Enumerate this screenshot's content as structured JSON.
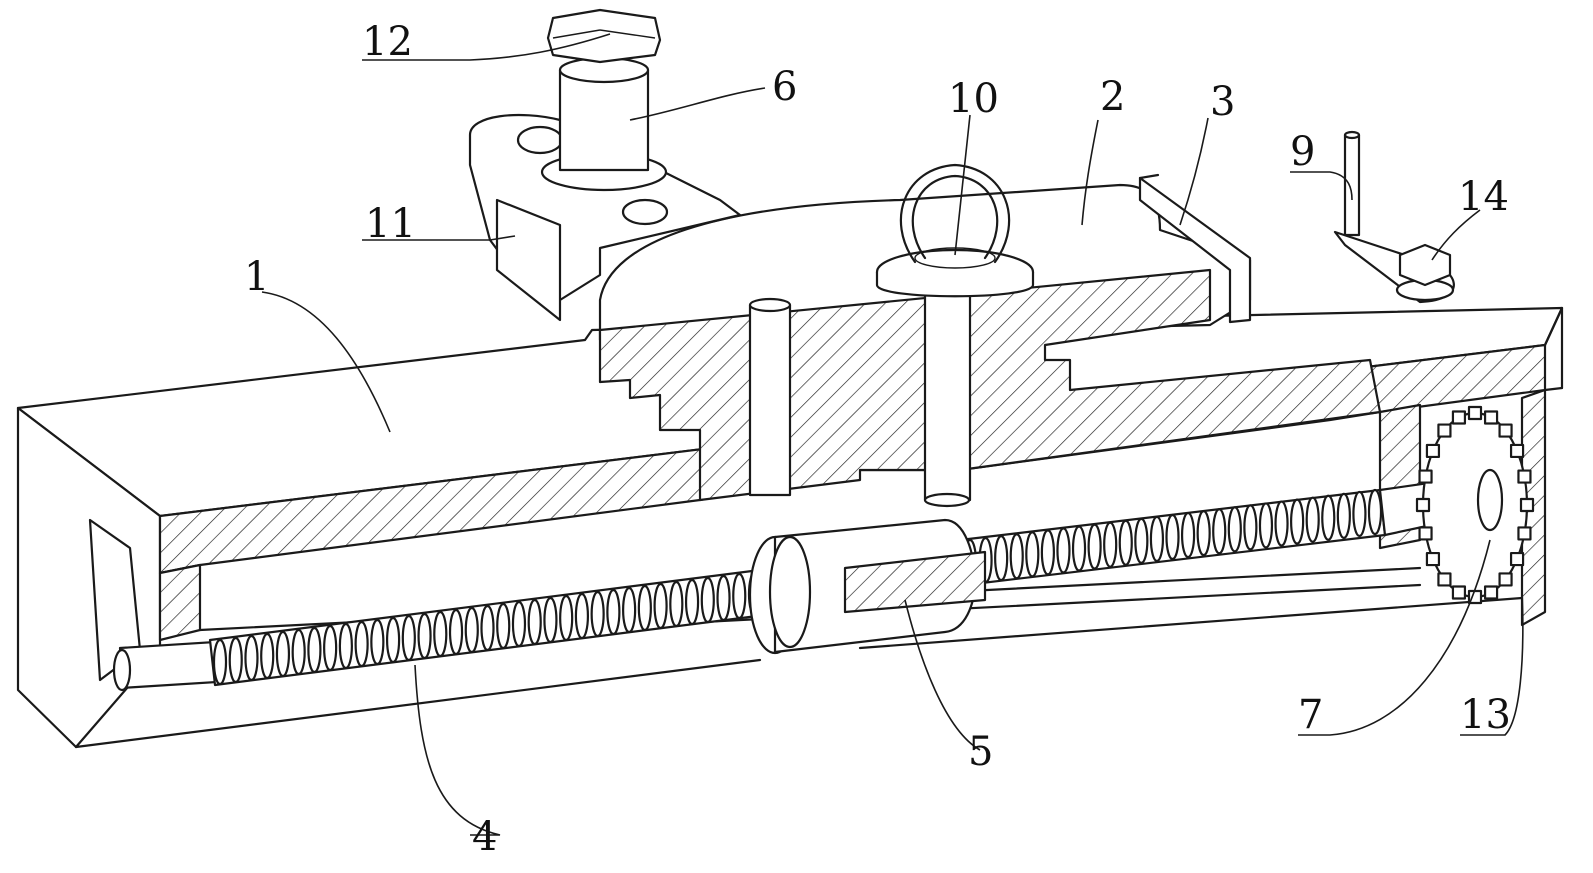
{
  "figure": {
    "kind": "patent mechanical drawing",
    "labels": [
      "1",
      "2",
      "3",
      "4",
      "5",
      "6",
      "7",
      "9",
      "10",
      "11",
      "12",
      "13",
      "14"
    ]
  },
  "colors": {
    "line": "#1a1a1a",
    "background": "#ffffff"
  }
}
